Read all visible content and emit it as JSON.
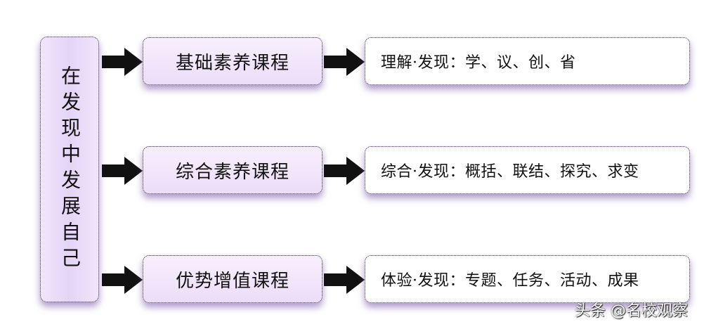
{
  "root": {
    "label": "在发现中发展自己"
  },
  "rows": [
    {
      "course": "基础素养课程",
      "detail": "理解·发现：学、议、创、省"
    },
    {
      "course": "综合素养课程",
      "detail": "综合·发现：概括、联结、探究、求变"
    },
    {
      "course": "优势增值课程",
      "detail": "体验·发现：专题、任务、活动、成果"
    }
  ],
  "watermark": "头条 @名校观察",
  "colors": {
    "box_fill": "#e9dcf7",
    "shadow": "#6e46a0",
    "arrow": "#111111"
  },
  "icons": {
    "arrow": "right-arrow-icon"
  }
}
